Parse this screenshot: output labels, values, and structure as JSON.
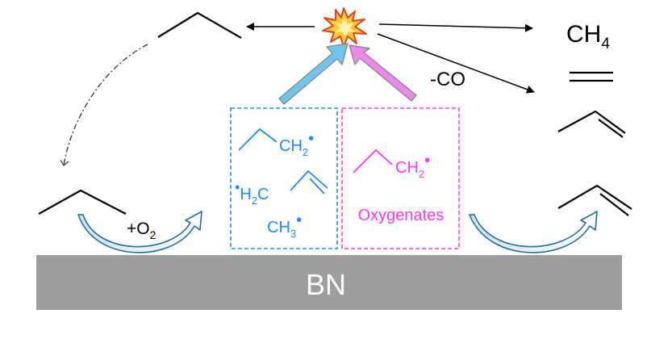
{
  "surface": {
    "label": "BN"
  },
  "gas_products": {
    "methane": "CH",
    "methane_sub": "4",
    "co_loss": "-CO"
  },
  "oxygen_step": {
    "label": "+O",
    "sub": "2"
  },
  "blue_box": {
    "propyl": "CH",
    "propyl_sub": "2",
    "allyl_prefix": "H",
    "allyl_sub": "2",
    "allyl_c": "C",
    "methyl": "CH",
    "methyl_sub": "3"
  },
  "magenta_box": {
    "propyl": "CH",
    "propyl_sub": "2",
    "oxygenates": "Oxygenates"
  },
  "colors": {
    "blue": "#1a8cff",
    "magenta": "#ff33ff",
    "blue_arrow": "#6ec6ef",
    "pink_arrow": "#ee88ee",
    "surface": "#9e9e9e",
    "curved_arrow": "#1c6f9e"
  },
  "icons": [
    "explosion-icon"
  ]
}
